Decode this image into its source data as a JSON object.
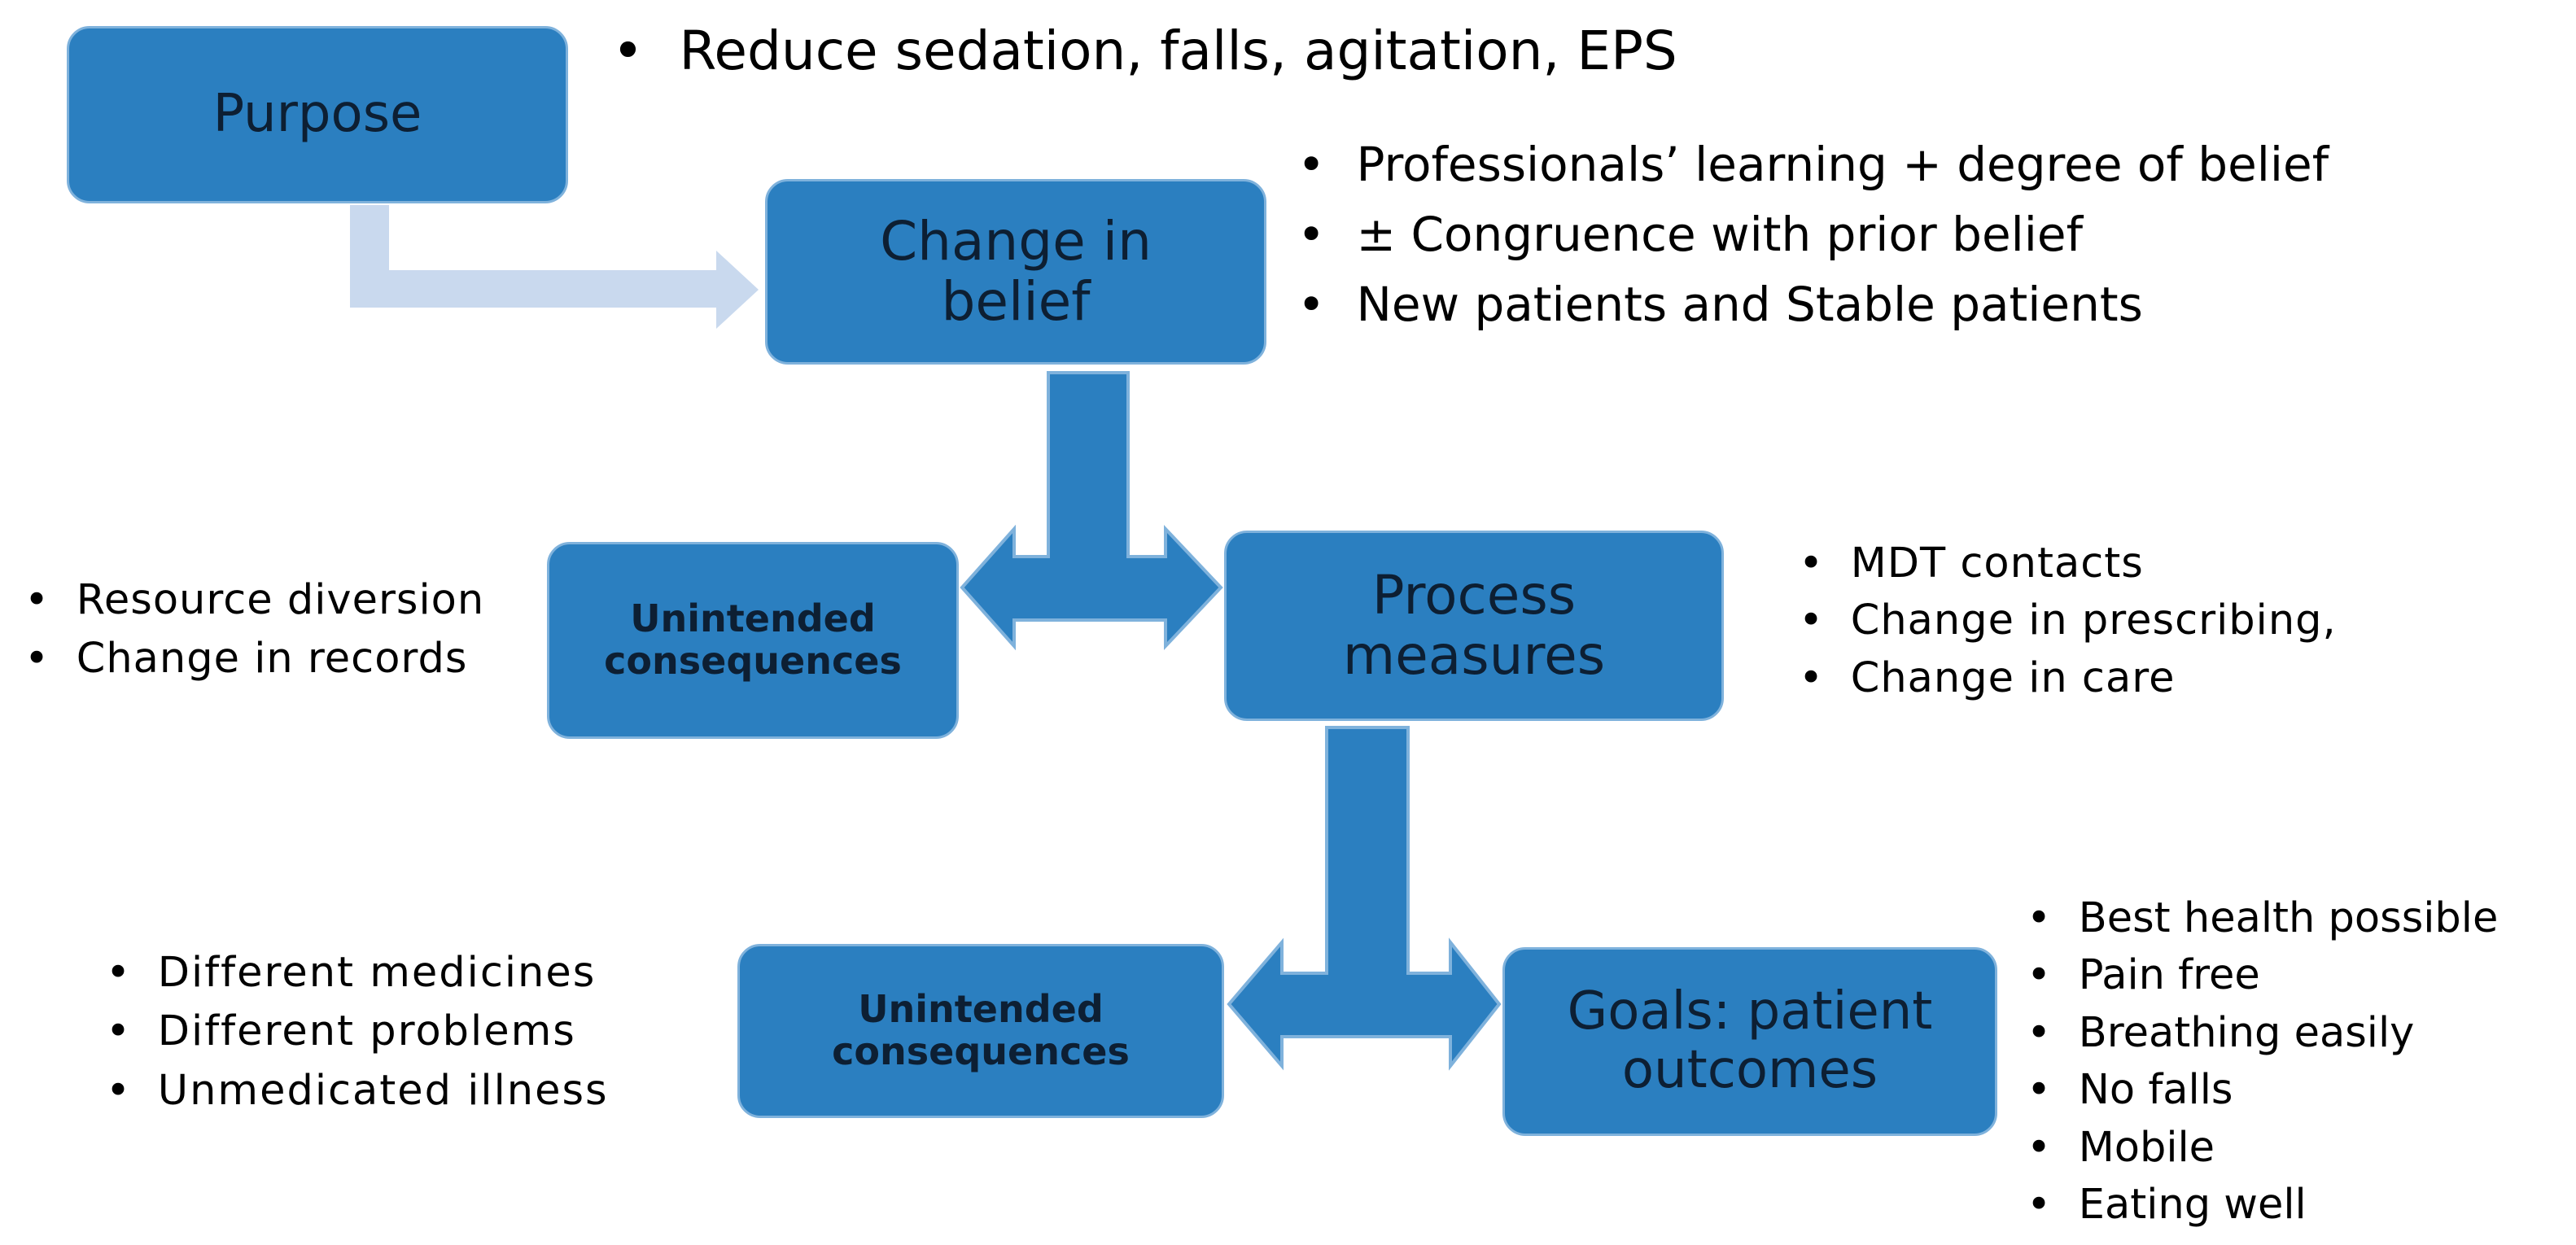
{
  "diagram": {
    "colors": {
      "box_fill": "#2b7fc0",
      "box_border": "#7fb2dc",
      "box_text": "#0d1f33",
      "connector": "#2b7fc0",
      "purpose_connector": "#c9d9ee"
    },
    "boxes": {
      "purpose": {
        "lines": [
          "Purpose"
        ]
      },
      "change_in_belief": {
        "lines": [
          "Change in",
          "belief"
        ]
      },
      "unintended_1": {
        "lines": [
          "Unintended",
          "consequences"
        ]
      },
      "process_measures": {
        "lines": [
          "Process",
          "measures"
        ]
      },
      "unintended_2": {
        "lines": [
          "Unintended",
          "consequences"
        ]
      },
      "goals": {
        "lines": [
          "Goals: patient",
          "outcomes"
        ]
      }
    },
    "bullets": {
      "purpose": [
        "Reduce sedation, falls, agitation, EPS"
      ],
      "belief": [
        "Professionals’ learning + degree of belief",
        "± Congruence with prior belief",
        "New patients and Stable patients"
      ],
      "unintended_1": [
        "Resource diversion",
        "Change in records"
      ],
      "process": [
        "MDT contacts",
        "Change in prescribing,",
        "Change in care"
      ],
      "unintended_2": [
        "Different medicines",
        "Different problems",
        "Unmedicated illness"
      ],
      "goals": [
        "Best health possible",
        "Pain free",
        "Breathing easily",
        "No falls",
        "Mobile",
        "Eating well"
      ]
    }
  }
}
